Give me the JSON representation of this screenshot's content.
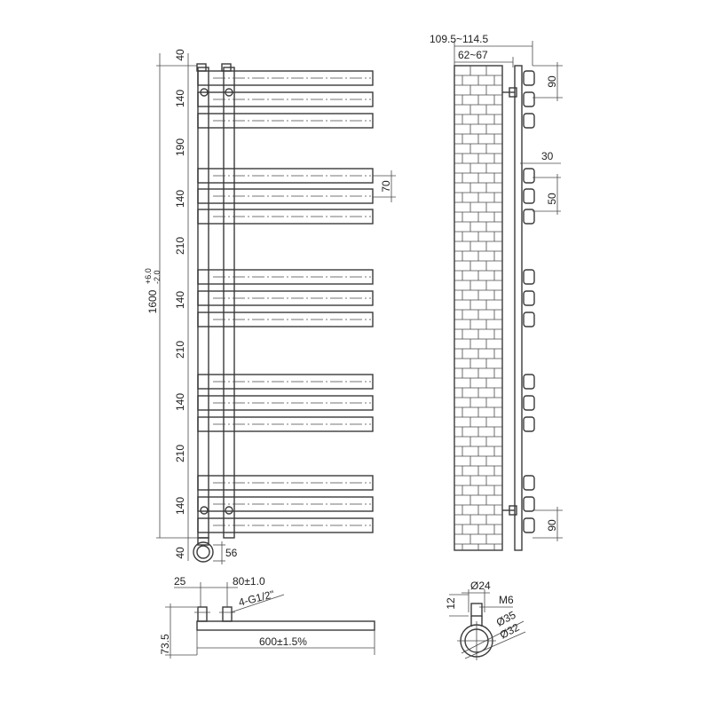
{
  "front_view": {
    "spacing_labels": [
      "40",
      "140",
      "190",
      "140",
      "210",
      "140",
      "210",
      "140",
      "210",
      "140",
      "40"
    ],
    "total_height": "1600",
    "total_height_tol_plus": "+6.0",
    "total_height_tol_minus": "-2.0",
    "tube_height": "70",
    "valve_dim": "56"
  },
  "side_view": {
    "depth_outer": "109.5~114.5",
    "depth_inner": "62~67",
    "bracket_90_top": "90",
    "bar_30": "30",
    "bar_50": "50",
    "bracket_90_bottom": "90"
  },
  "bottom_view": {
    "left_offset": "25",
    "pipe_centers": "80±1.0",
    "thread": "4-G1/2\"",
    "width": "600±1.5%",
    "height": "73.5"
  },
  "detail_view": {
    "diameter_24": "Ø24",
    "screw": "M6",
    "height_12": "12",
    "diameter_35": "Ø35",
    "diameter_32": "Ø32"
  }
}
